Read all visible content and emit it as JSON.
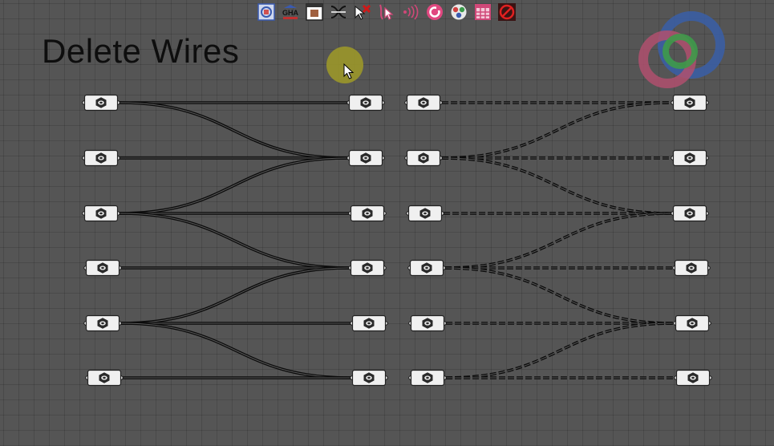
{
  "title": "Delete Wires",
  "toolbar": {
    "buttons": [
      {
        "name": "clipboard-icon",
        "tooltip": ""
      },
      {
        "name": "gha-icon",
        "label": "GHA"
      },
      {
        "name": "window-icon"
      },
      {
        "name": "wire-display-icon"
      },
      {
        "name": "delete-wire-icon"
      },
      {
        "name": "wire-pointer-icon"
      },
      {
        "name": "broadcast-icon"
      },
      {
        "name": "refresh-circle-icon"
      },
      {
        "name": "color-dots-icon"
      },
      {
        "name": "table-icon"
      },
      {
        "name": "forbidden-icon"
      }
    ]
  },
  "colors": {
    "canvas_bg": "#555555",
    "wire": "#0a0a0a",
    "node_body": "#f0f0f0",
    "highlight": "#a09b28",
    "logo_blue": "#3a5fa8",
    "logo_green": "#3e9a4a",
    "logo_pink": "#b0506e"
  },
  "left_group": {
    "wire_style": "solid",
    "connections": [
      [
        0,
        0
      ],
      [
        0,
        1
      ],
      [
        1,
        1
      ],
      [
        2,
        1
      ],
      [
        2,
        2
      ],
      [
        2,
        3
      ],
      [
        3,
        3
      ],
      [
        4,
        3
      ],
      [
        4,
        4
      ],
      [
        4,
        5
      ],
      [
        5,
        5
      ]
    ]
  },
  "right_group": {
    "wire_style": "dashed",
    "connections": [
      [
        0,
        0
      ],
      [
        1,
        0
      ],
      [
        1,
        1
      ],
      [
        1,
        2
      ],
      [
        2,
        2
      ],
      [
        3,
        2
      ],
      [
        3,
        3
      ],
      [
        3,
        4
      ],
      [
        4,
        4
      ],
      [
        5,
        4
      ],
      [
        5,
        5
      ]
    ]
  }
}
